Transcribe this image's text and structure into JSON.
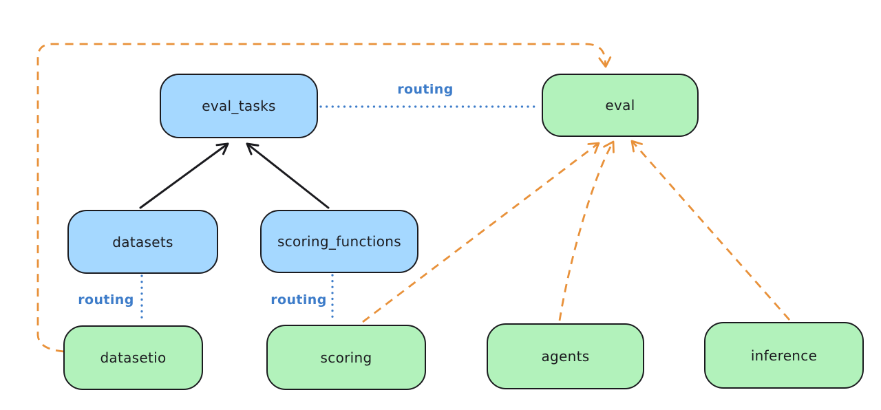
{
  "diagram": {
    "nodes": {
      "eval_tasks": {
        "label": "eval_tasks",
        "color": "blue"
      },
      "eval": {
        "label": "eval",
        "color": "green"
      },
      "datasets": {
        "label": "datasets",
        "color": "blue"
      },
      "scoring_functions": {
        "label": "scoring_functions",
        "color": "blue"
      },
      "datasetio": {
        "label": "datasetio",
        "color": "green"
      },
      "scoring": {
        "label": "scoring",
        "color": "green"
      },
      "agents": {
        "label": "agents",
        "color": "green"
      },
      "inference": {
        "label": "inference",
        "color": "green"
      }
    },
    "edges": [
      {
        "from": "datasets",
        "to": "eval_tasks",
        "style": "solid-arrow",
        "color": "black",
        "label": ""
      },
      {
        "from": "scoring_functions",
        "to": "eval_tasks",
        "style": "solid-arrow",
        "color": "black",
        "label": ""
      },
      {
        "from": "eval_tasks",
        "to": "eval",
        "style": "dotted",
        "color": "blue",
        "label": "routing"
      },
      {
        "from": "datasets",
        "to": "datasetio",
        "style": "dotted",
        "color": "blue",
        "label": "routing"
      },
      {
        "from": "scoring_functions",
        "to": "scoring",
        "style": "dotted",
        "color": "blue",
        "label": "routing"
      },
      {
        "from": "datasetio",
        "to": "eval",
        "style": "dashed-arrow",
        "color": "orange",
        "label": ""
      },
      {
        "from": "scoring",
        "to": "eval",
        "style": "dashed-arrow",
        "color": "orange",
        "label": ""
      },
      {
        "from": "agents",
        "to": "eval",
        "style": "dashed-arrow",
        "color": "orange",
        "label": ""
      },
      {
        "from": "inference",
        "to": "eval",
        "style": "dashed-arrow",
        "color": "orange",
        "label": ""
      }
    ],
    "colors": {
      "blue_fill": "#a5d8ff",
      "green_fill": "#b2f2bb",
      "stroke": "#1b1b1f",
      "routing_blue": "#3d7cc9",
      "orange": "#e8913a"
    }
  }
}
